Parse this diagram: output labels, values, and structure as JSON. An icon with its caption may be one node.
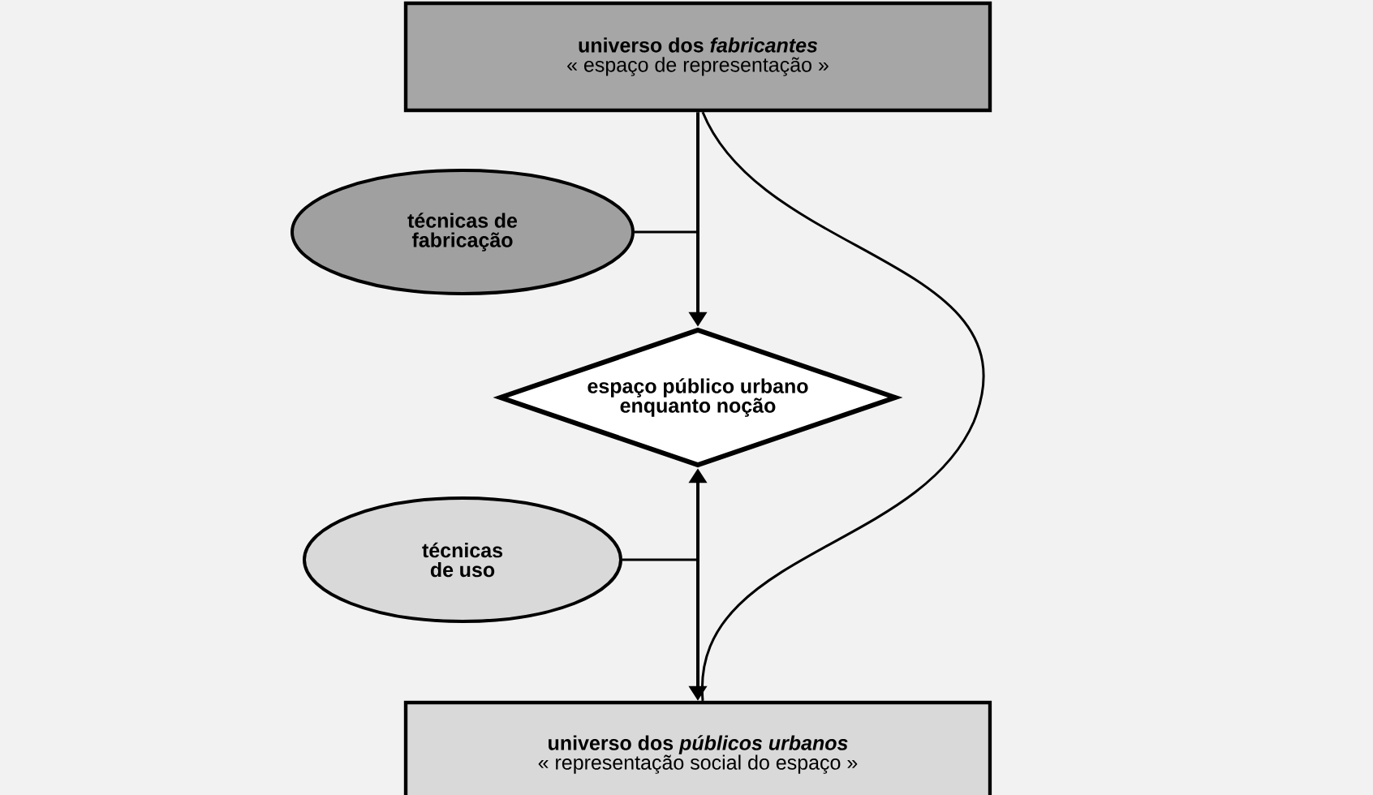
{
  "diagram": {
    "nodes": [
      {
        "text": [
          "universo dos *fabricantes*",
          "« espaço de representação »"
        ]
      },
      {
        "text": [
          "técnicas de fabricação"
        ]
      },
      {
        "text": [
          "espaço público urbano enquanto noção"
        ]
      },
      {
        "text": [
          "técnicas de uso"
        ]
      },
      {
        "text": [
          "universo dos *públicos urbanos*",
          "« representação social do espaço »"
        ]
      }
    ],
    "edges": [
      {
        "from": 0,
        "to": 2,
        "arrow": "to"
      },
      {
        "from": 1,
        "to": null,
        "arrow": "none"
      },
      {
        "from": 2,
        "to": 4,
        "arrow": "both"
      },
      {
        "from": 3,
        "to": null,
        "arrow": "none"
      },
      {
        "from": 0,
        "to": 4,
        "arrow": "none"
      }
    ]
  }
}
